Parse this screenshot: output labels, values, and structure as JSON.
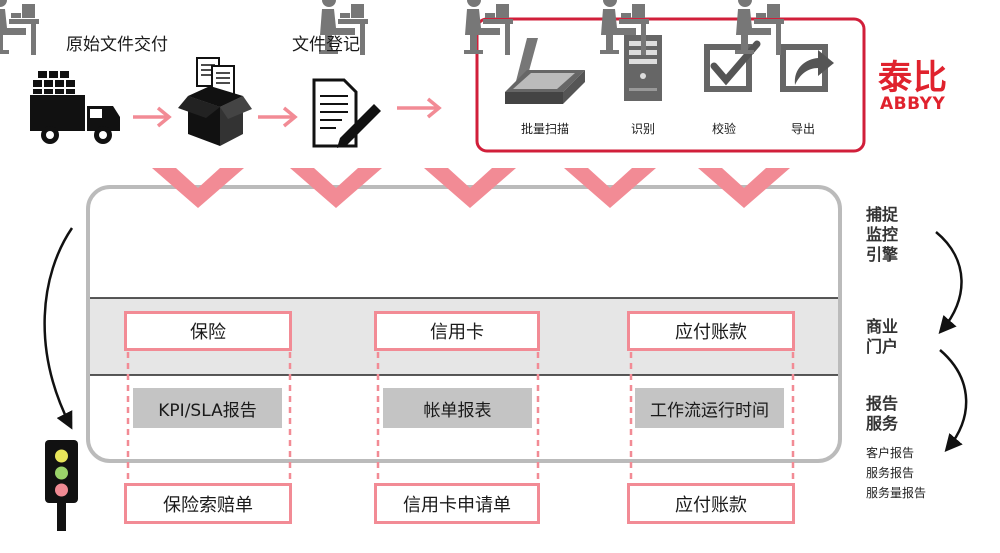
{
  "top_flow": {
    "delivery_label": "原始文件交付",
    "registration_label": "文件登记"
  },
  "capture": {
    "steps": [
      "批量扫描",
      "识别",
      "校验",
      "导出"
    ]
  },
  "brand": {
    "name_cn": "泰比",
    "name_en": "ABBYY",
    "color": "#e0222d"
  },
  "side_labels": {
    "capture_engine": [
      "捕捉",
      "监控",
      "引擎"
    ],
    "business_portal": [
      "商业",
      "门户"
    ],
    "report_services": [
      "报告",
      "服务"
    ],
    "report_items": [
      "客户报告",
      "服务报告",
      "服务量报告"
    ]
  },
  "portal": {
    "categories": [
      "保险",
      "信用卡",
      "应付账款"
    ]
  },
  "reports": {
    "items": [
      "KPI/SLA报告",
      "帐单报表",
      "工作流运行时间"
    ]
  },
  "outputs": {
    "items": [
      "保险索赔单",
      "信用卡申请单",
      "应付账款"
    ]
  },
  "colors": {
    "accent_pink": "#f28b95",
    "frame_red": "#d11f3a",
    "panel_gray": "#c4c4c4",
    "panel_border": "#bbbbbb"
  }
}
